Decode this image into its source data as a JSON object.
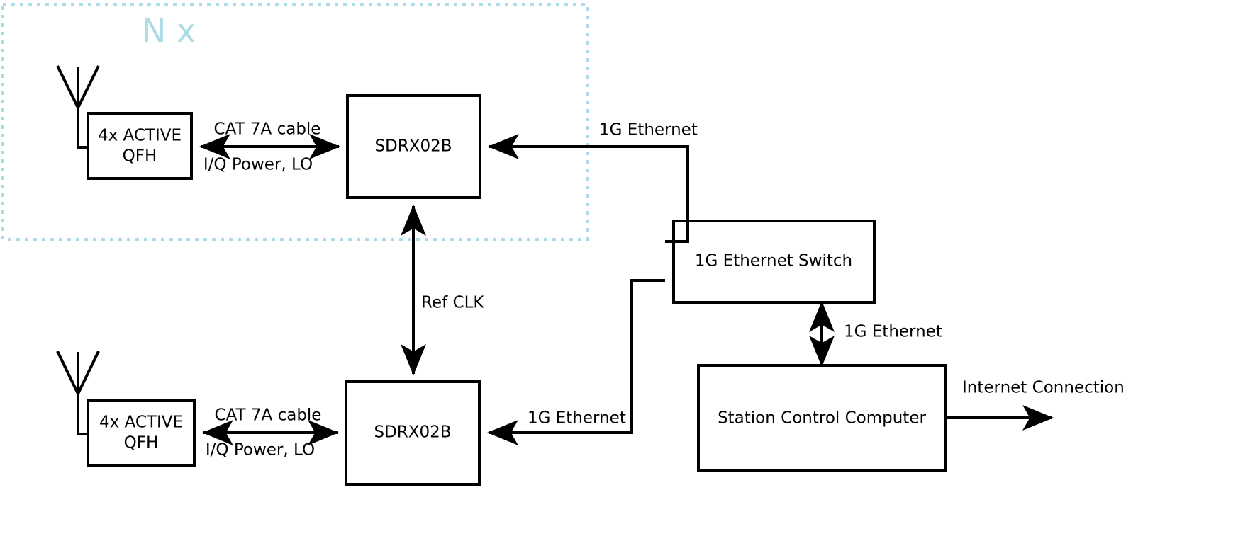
{
  "diagram": {
    "title_group": "N x",
    "boxes": [
      {
        "id": "qfh-top",
        "label_line1": "4x ACTIVE",
        "label_line2": "QFH"
      },
      {
        "id": "sdr-top",
        "label_line1": "SDRX02B",
        "label_line2": ""
      },
      {
        "id": "qfh-bottom",
        "label_line1": "4x ACTIVE",
        "label_line2": "QFH"
      },
      {
        "id": "sdr-bottom",
        "label_line1": "SDRX02B",
        "label_line2": ""
      },
      {
        "id": "switch",
        "label_line1": "1G Ethernet Switch",
        "label_line2": ""
      },
      {
        "id": "computer",
        "label_line1": "Station Control Computer",
        "label_line2": ""
      }
    ],
    "edge_labels": {
      "cat7a_top": "CAT 7A cable",
      "iq_top": "I/Q Power, LO",
      "cat7a_bottom": "CAT 7A cable",
      "iq_bottom": "I/Q Power, LO",
      "eth_top": "1G Ethernet",
      "eth_bottom": "1G Ethernet",
      "eth_switch_computer": "1G Ethernet",
      "ref_clk": "Ref CLK",
      "internet": "Internet Connection"
    },
    "colors": {
      "group_accent": "#addce8",
      "line": "#000000",
      "background": "#ffffff"
    }
  }
}
